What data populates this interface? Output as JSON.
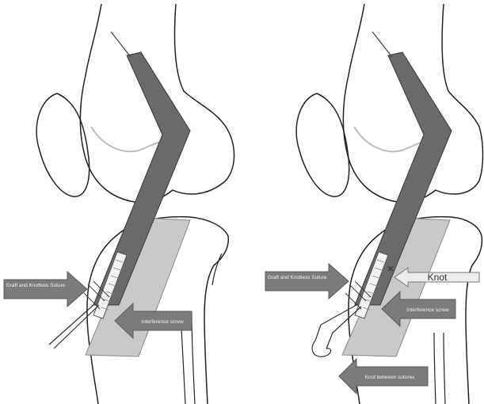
{
  "panels": [
    {
      "id": "left",
      "labels": {
        "graft_knot": "Graft and Knotless Suture",
        "interference": "Interference screw"
      }
    },
    {
      "id": "right",
      "labels": {
        "graft_knot": "Graft and Knotless Suture",
        "knot": "Knot",
        "interference": "Interference screw",
        "knot_between": "Knot between sutures"
      }
    }
  ],
  "colors": {
    "outline": "#222222",
    "graft": "#6a6a6a",
    "graft_edge": "#3a3a3a",
    "tunnel": "#c9c9c9",
    "arrow": "#7b7b7b",
    "cartilage": "#bdbdbd",
    "screw": "#f2f2f2"
  }
}
